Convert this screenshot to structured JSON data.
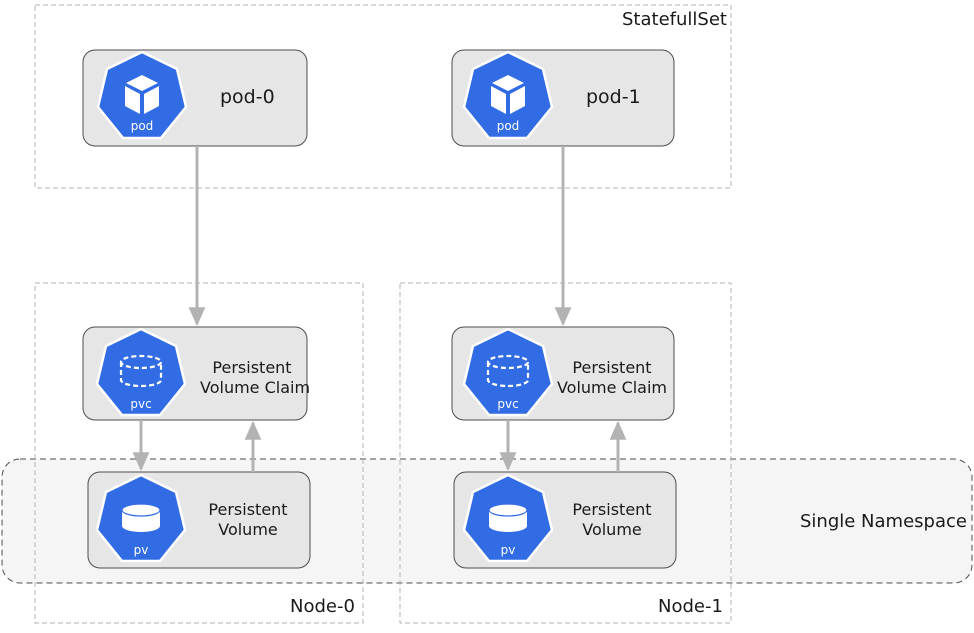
{
  "diagram": {
    "statefulset_label": "StatefullSet",
    "namespace_label": "Single Namespace",
    "nodes": [
      {
        "label": "Node-0"
      },
      {
        "label": "Node-1"
      }
    ],
    "pods": [
      {
        "label": "pod-0",
        "icon_text": "pod"
      },
      {
        "label": "pod-1",
        "icon_text": "pod"
      }
    ],
    "pvcs": [
      {
        "line1": "Persistent",
        "line2": "Volume Claim",
        "icon_text": "pvc"
      },
      {
        "line1": "Persistent",
        "line2": "Volume Claim",
        "icon_text": "pvc"
      }
    ],
    "pvs": [
      {
        "line1": "Persistent",
        "line2": "Volume",
        "icon_text": "pv"
      },
      {
        "line1": "Persistent",
        "line2": "Volume",
        "icon_text": "pv"
      }
    ]
  },
  "colors": {
    "k8s_blue": "#326CE5",
    "box_fill": "#E6E6E6",
    "box_stroke": "#4D4D4D",
    "arrow": "#B3B3B3",
    "dashed_frame": "#B3B3B3",
    "namespace_fill": "#F5F5F5",
    "namespace_stroke": "#4D4D4D"
  }
}
